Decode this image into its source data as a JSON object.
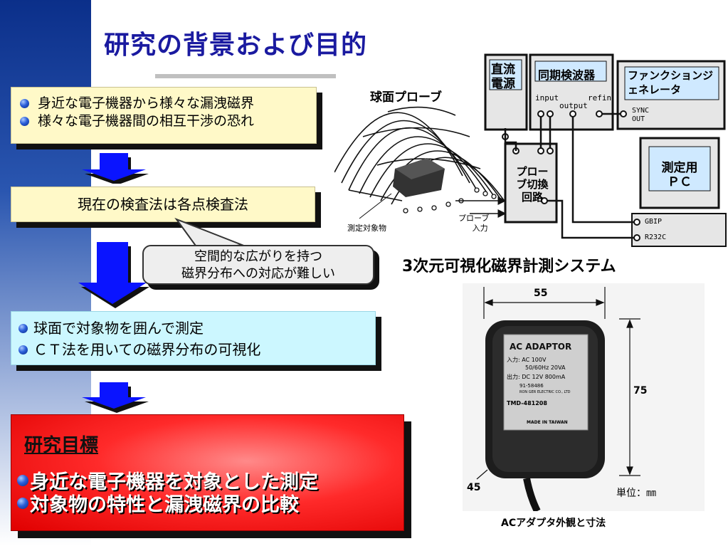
{
  "title": "研究の背景および目的",
  "background": {
    "items": [
      "身近な電子機器から様々な漏洩磁界",
      "様々な電子機器間の相互干渉の恐れ"
    ]
  },
  "current_method": "現在の検査法は各点検査法",
  "problem": {
    "line1": "空間的な広がりを持つ",
    "line2": "磁界分布への対応が難しい"
  },
  "approach": {
    "items": [
      "球面で対象物を囲んで測定",
      "ＣＴ法を用いての磁界分布の可視化"
    ]
  },
  "goal": {
    "title": "研究目標",
    "items": [
      "身近な電子機器を対象とした測定",
      "対象物の特性と漏洩磁界の比較"
    ]
  },
  "system_diagram": {
    "probe_label": "球面プローブ",
    "object_label": "測定対象物",
    "probe_input_label1": "プローブ",
    "probe_input_label2": "入力",
    "dc_power": "直流電源",
    "detector": "同期検波器",
    "detector_input": "input",
    "detector_output": "output",
    "detector_refin": "refin",
    "function_gen": "ファンクションジェネレータ",
    "sync_out": "SYNC OUT",
    "switch_circuit": "プローブ切換回路",
    "pc": "測定用ＰＣ",
    "gpib": "GBIP",
    "rs232c": "R232C",
    "caption": "3次元可視化磁界計測システム"
  },
  "adapter": {
    "dim_width": "55",
    "dim_height": "75",
    "dim_depth": "45",
    "unit": "単位：㎜",
    "caption": "ACアダプタ外観と寸法",
    "label_title": "AC ADAPTOR",
    "label_input": "入力: AC 100V",
    "label_freq": "50/60Hz 20VA",
    "label_output": "出力: DC 12V 800mA",
    "label_code": "91-58486",
    "label_maker": "RON GER ELECTRIC CO., LTD",
    "label_model": "TMD-481208",
    "label_origin": "MADE IN TAIWAN"
  }
}
